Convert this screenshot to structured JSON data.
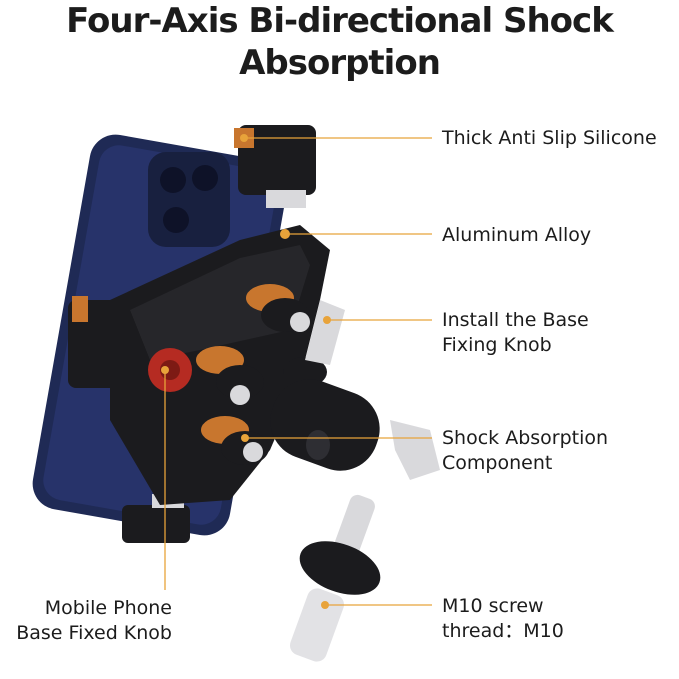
{
  "title": {
    "line1": "Four-Axis Bi-directional Shock",
    "line2": "Absorption"
  },
  "callouts": [
    {
      "lines": [
        "Thick Anti Slip Silicone"
      ]
    },
    {
      "lines": [
        "Aluminum Alloy"
      ]
    },
    {
      "lines": [
        "Install the Base",
        "Fixing Knob"
      ]
    },
    {
      "lines": [
        "Shock Absorption",
        "Component"
      ]
    },
    {
      "lines": [
        "M10 screw",
        "thread：M10"
      ]
    },
    {
      "lines": [
        "Mobile Phone",
        "Base Fixed Knob"
      ]
    }
  ],
  "colors": {
    "accent": "#e8a33a",
    "phone": "#1f2a55",
    "mount": "#1b1b1e",
    "orange_ring": "#c8762e",
    "knob_red": "#b52b22",
    "metal": "#d9d9dc"
  }
}
